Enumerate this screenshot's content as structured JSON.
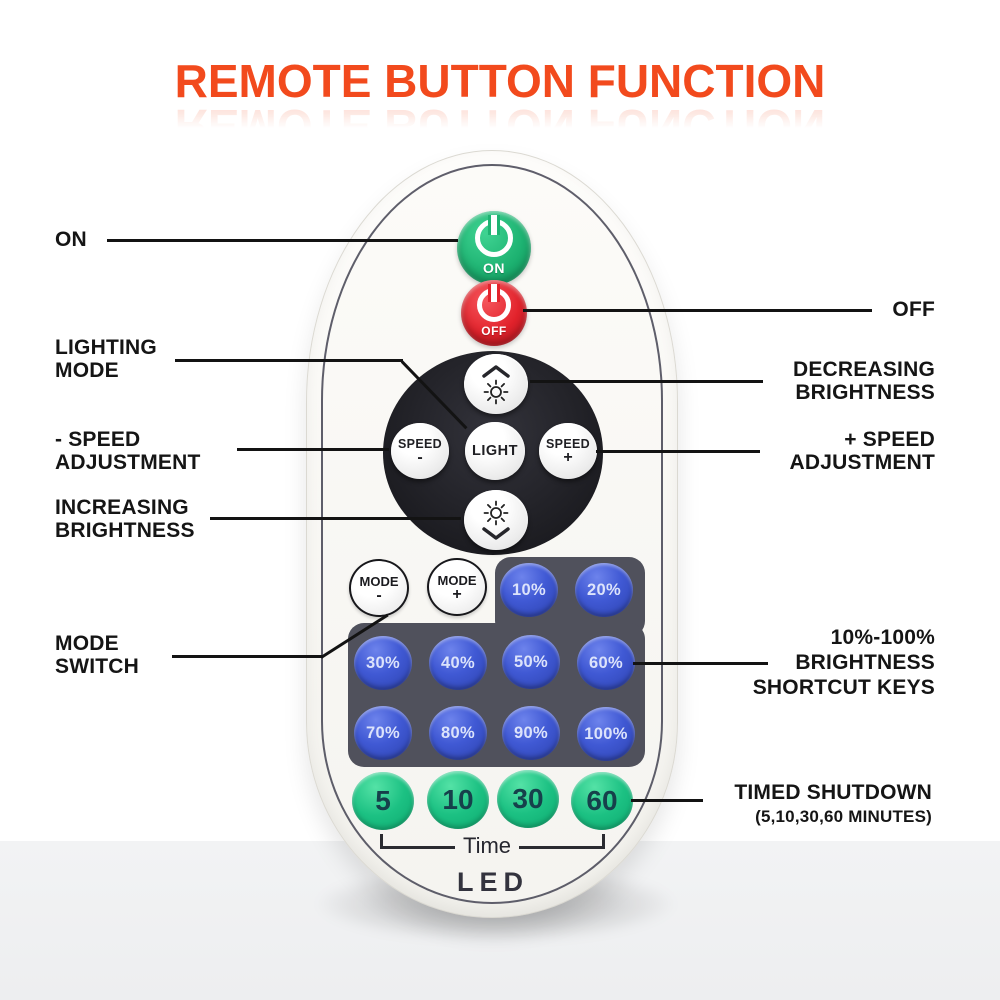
{
  "title": {
    "text": "REMOTE BUTTON FUNCTION"
  },
  "remote": {
    "on_button": "ON",
    "off_button": "OFF",
    "pad": {
      "speed_minus": {
        "top": "SPEED",
        "bottom": "-"
      },
      "light": "LIGHT",
      "speed_plus": {
        "top": "SPEED",
        "bottom": "+"
      }
    },
    "mode_minus": {
      "top": "MODE",
      "bottom": "-"
    },
    "mode_plus": {
      "top": "MODE",
      "bottom": "+"
    },
    "percent_buttons": [
      "10%",
      "20%",
      "30%",
      "40%",
      "50%",
      "60%",
      "70%",
      "80%",
      "90%",
      "100%"
    ],
    "timer_buttons": [
      "5",
      "10",
      "30",
      "60"
    ],
    "time_label": "Time",
    "brand": "LED"
  },
  "annotations": {
    "left": [
      {
        "id": "on",
        "text": "ON"
      },
      {
        "id": "lighting-mode",
        "text": "LIGHTING\nMODE"
      },
      {
        "id": "speed-minus",
        "text": "- SPEED\nADJUSTMENT"
      },
      {
        "id": "increasing-brightness",
        "text": "INCREASING\nBRIGHTNESS"
      },
      {
        "id": "mode-switch",
        "text": "MODE\nSWITCH"
      }
    ],
    "right": [
      {
        "id": "off",
        "text": "OFF"
      },
      {
        "id": "decreasing-brightness",
        "text": "DECREASING\nBRIGHTNESS"
      },
      {
        "id": "speed-plus",
        "text": "+ SPEED\nADJUSTMENT"
      },
      {
        "id": "brightness-shortcut",
        "text": "10%-100%\nBRIGHTNESS\nSHORTCUT KEYS"
      },
      {
        "id": "timed-shutdown",
        "text": "TIMED SHUTDOWN",
        "subtext": "(5,10,30,60 MINUTES)"
      }
    ]
  },
  "colors": {
    "title_orange": "#F24A1D",
    "label_text": "#151515",
    "on_green": "#1EB372",
    "off_red": "#E2232C",
    "pad_black": "#1D1D22",
    "percent_blue": "#4059D4",
    "percent_panel_slate": "#50515C",
    "timer_green": "#1CC183",
    "remote_white": "#FBFAF7",
    "floor_gray": "#F0F1F2"
  }
}
